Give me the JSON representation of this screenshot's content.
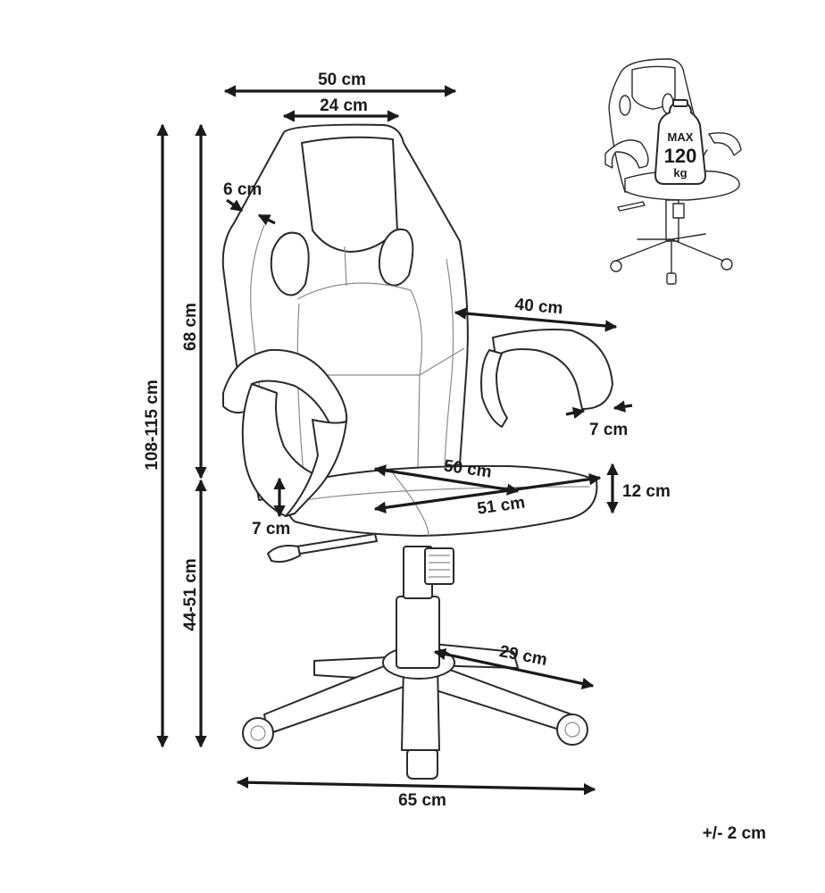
{
  "dimensions": {
    "backrest_width": "50 cm",
    "headrest_width": "24 cm",
    "side_bolster": "6 cm",
    "total_height": "108-115 cm",
    "backrest_height": "68 cm",
    "seat_height": "44-51 cm",
    "armrest_length": "40 cm",
    "armrest_width": "7 cm",
    "seat_depth": "50 cm",
    "seat_width": "51 cm",
    "seat_thickness": "12 cm",
    "armrest_height": "7 cm",
    "leg_length": "29 cm",
    "base_width": "65 cm",
    "tolerance": "+/- 2 cm"
  },
  "weight_badge": {
    "line1": "MAX",
    "line2": "120",
    "line3": "kg"
  }
}
